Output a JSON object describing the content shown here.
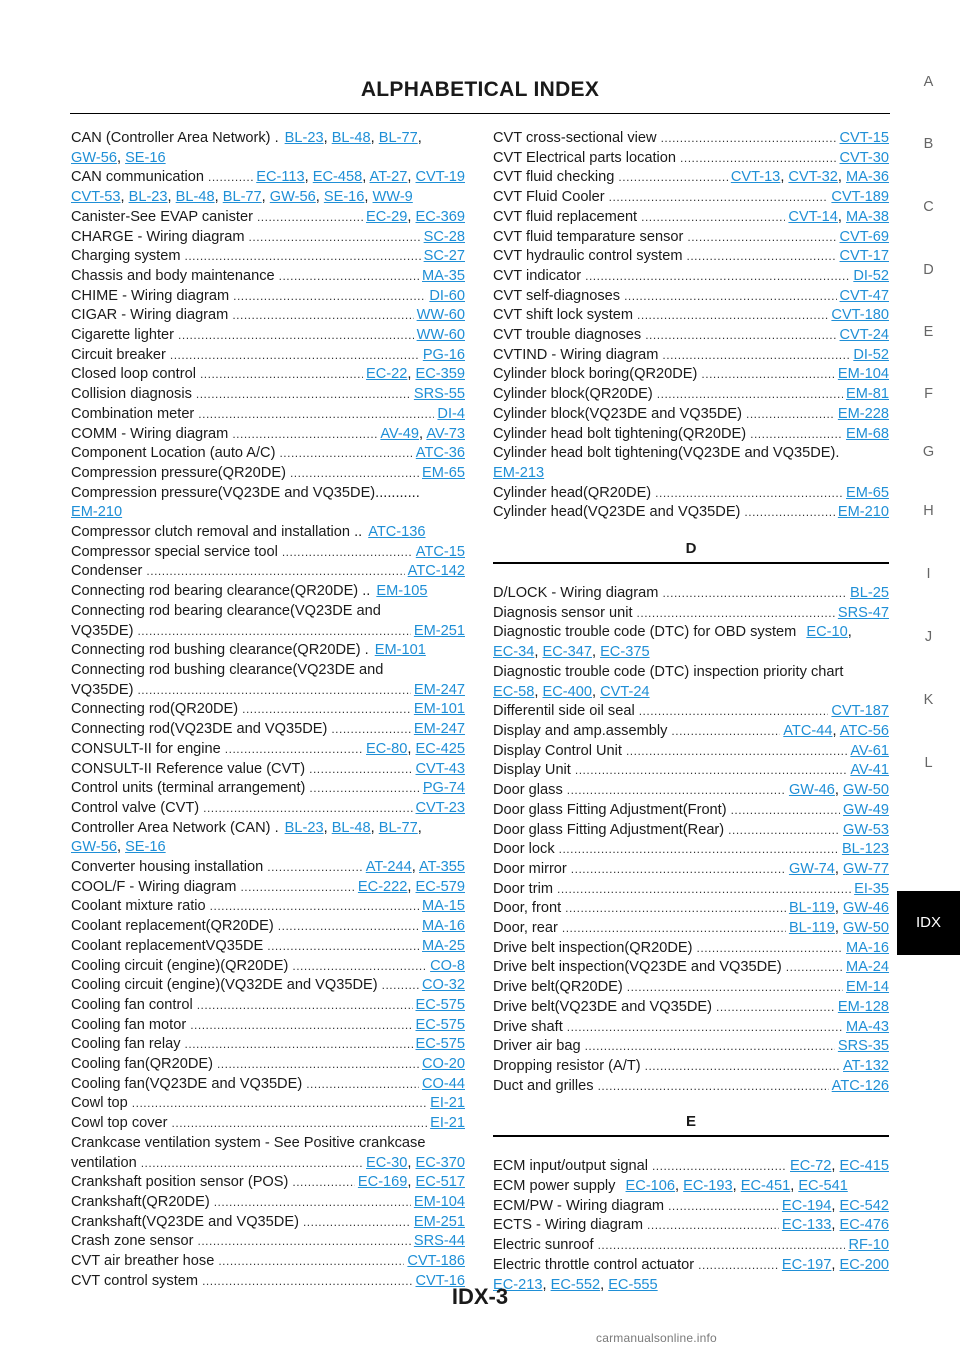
{
  "header": {
    "title": "ALPHABETICAL INDEX"
  },
  "side_tabs": [
    "A",
    "B",
    "C",
    "D",
    "E",
    "F",
    "G",
    "H",
    "I",
    "J",
    "K",
    "L",
    "IDX"
  ],
  "active_tab": "IDX",
  "footer": {
    "page_number": "IDX-3",
    "watermark": "carmanualsonline.info"
  },
  "left_column": [
    {
      "text": "CAN (Controller Area Network)",
      "sep": " .",
      "refs": [
        "BL-23",
        "BL-48",
        "BL-77"
      ],
      "cont_refs": [
        "GW-56",
        "SE-16"
      ]
    },
    {
      "text": "CAN communication",
      "refs": [
        "EC-113",
        "EC-458",
        "AT-27",
        "CVT-19"
      ],
      "cont_refs": [
        "CVT-53",
        "BL-23",
        "BL-48",
        "BL-77",
        "GW-56",
        "SE-16",
        "WW-9"
      ]
    },
    {
      "text": "Canister-See EVAP canister",
      "refs": [
        "EC-29",
        "EC-369"
      ]
    },
    {
      "text": "CHARGE - Wiring diagram",
      "refs": [
        "SC-28"
      ]
    },
    {
      "text": "Charging system",
      "refs": [
        "SC-27"
      ]
    },
    {
      "text": "Chassis and body maintenance",
      "refs": [
        "MA-35"
      ]
    },
    {
      "text": "CHIME - Wiring diagram",
      "refs": [
        "DI-60"
      ]
    },
    {
      "text": "CIGAR - Wiring diagram",
      "refs": [
        "WW-60"
      ]
    },
    {
      "text": "Cigarette lighter",
      "refs": [
        "WW-60"
      ]
    },
    {
      "text": "Circuit breaker",
      "refs": [
        "PG-16"
      ]
    },
    {
      "text": "Closed loop control",
      "refs": [
        "EC-22",
        "EC-359"
      ]
    },
    {
      "text": "Collision diagnosis",
      "refs": [
        "SRS-55"
      ]
    },
    {
      "text": "Combination meter",
      "refs": [
        "DI-4"
      ]
    },
    {
      "text": "COMM - Wiring diagram",
      "refs": [
        "AV-49",
        "AV-73"
      ]
    },
    {
      "text": "Component Location (auto A/C)",
      "refs": [
        "ATC-36"
      ]
    },
    {
      "text": "Compression pressure(QR20DE)",
      "refs": [
        "EM-65"
      ]
    },
    {
      "text": "Compression pressure(VQ23DE and VQ35DE)",
      "trail": " ...........",
      "refs": [],
      "cont_refs": [
        "EM-210"
      ]
    },
    {
      "text": "Compressor clutch removal and installation",
      "sep": " ..",
      "refs": [
        "ATC-136"
      ]
    },
    {
      "text": "Compressor special service tool",
      "refs": [
        "ATC-15"
      ]
    },
    {
      "text": "Condenser",
      "refs": [
        "ATC-142"
      ]
    },
    {
      "text": "Connecting rod bearing clearance(QR20DE)",
      "sep": " ..",
      "refs": [
        "EM-105"
      ]
    },
    {
      "text": "Connecting rod bearing clearance(VQ23DE and",
      "refs": []
    },
    {
      "text": "VQ35DE)",
      "refs": [
        "EM-251"
      ]
    },
    {
      "text": "Connecting rod bushing clearance(QR20DE)",
      "sep": " .",
      "refs": [
        "EM-101"
      ]
    },
    {
      "text": "Connecting rod bushing clearance(VQ23DE and",
      "refs": []
    },
    {
      "text": "VQ35DE)",
      "refs": [
        "EM-247"
      ]
    },
    {
      "text": "Connecting rod(QR20DE)",
      "refs": [
        "EM-101"
      ]
    },
    {
      "text": "Connecting rod(VQ23DE and VQ35DE)",
      "refs": [
        "EM-247"
      ]
    },
    {
      "text": "CONSULT-II for engine",
      "refs": [
        "EC-80",
        "EC-425"
      ]
    },
    {
      "text": "CONSULT-II Reference value (CVT)",
      "refs": [
        "CVT-43"
      ]
    },
    {
      "text": "Control units (terminal arrangement)",
      "refs": [
        "PG-74"
      ]
    },
    {
      "text": "Control valve (CVT)",
      "refs": [
        "CVT-23"
      ]
    },
    {
      "text": "Controller Area Network (CAN)",
      "sep": " .",
      "refs": [
        "BL-23",
        "BL-48",
        "BL-77"
      ],
      "cont_refs": [
        "GW-56",
        "SE-16"
      ]
    },
    {
      "text": "Converter housing installation",
      "refs": [
        "AT-244",
        "AT-355"
      ]
    },
    {
      "text": "COOL/F - Wiring diagram",
      "refs": [
        "EC-222",
        "EC-579"
      ]
    },
    {
      "text": "Coolant mixture ratio",
      "refs": [
        "MA-15"
      ]
    },
    {
      "text": "Coolant replacement(QR20DE)",
      "refs": [
        "MA-16"
      ]
    },
    {
      "text": "Coolant replacementVQ35DE",
      "refs": [
        "MA-25"
      ]
    },
    {
      "text": "Cooling circuit (engine)(QR20DE)",
      "refs": [
        "CO-8"
      ]
    },
    {
      "text": "Cooling circuit (engine)(VQ32DE and VQ35DE)",
      "refs": [
        "CO-32"
      ]
    },
    {
      "text": "Cooling fan control",
      "refs": [
        "EC-575"
      ]
    },
    {
      "text": "Cooling fan motor",
      "refs": [
        "EC-575"
      ]
    },
    {
      "text": "Cooling fan relay",
      "refs": [
        "EC-575"
      ]
    },
    {
      "text": "Cooling fan(QR20DE)",
      "refs": [
        "CO-20"
      ]
    },
    {
      "text": "Cooling fan(VQ23DE and VQ35DE)",
      "refs": [
        "CO-44"
      ]
    },
    {
      "text": "Cowl top",
      "refs": [
        "EI-21"
      ]
    },
    {
      "text": "Cowl top cover",
      "refs": [
        "EI-21"
      ]
    },
    {
      "text": "Crankcase ventilation system - See Positive crankcase",
      "refs": []
    },
    {
      "text": "ventilation",
      "refs": [
        "EC-30",
        "EC-370"
      ]
    },
    {
      "text": "Crankshaft position sensor (POS)",
      "refs": [
        "EC-169",
        "EC-517"
      ]
    },
    {
      "text": "Crankshaft(QR20DE)",
      "refs": [
        "EM-104"
      ]
    },
    {
      "text": "Crankshaft(VQ23DE and VQ35DE)",
      "refs": [
        "EM-251"
      ]
    },
    {
      "text": "Crash zone sensor",
      "refs": [
        "SRS-44"
      ]
    },
    {
      "text": "CVT air breather hose",
      "refs": [
        "CVT-186"
      ]
    },
    {
      "text": "CVT control system",
      "refs": [
        "CVT-16"
      ]
    }
  ],
  "right_column": [
    {
      "text": "CVT cross-sectional view",
      "refs": [
        "CVT-15"
      ]
    },
    {
      "text": "CVT Electrical parts location",
      "refs": [
        "CVT-30"
      ]
    },
    {
      "text": "CVT fluid checking",
      "refs": [
        "CVT-13",
        "CVT-32",
        "MA-36"
      ]
    },
    {
      "text": "CVT Fluid Cooler",
      "refs": [
        "CVT-189"
      ]
    },
    {
      "text": "CVT fluid replacement",
      "refs": [
        "CVT-14",
        "MA-38"
      ]
    },
    {
      "text": "CVT fluid temparature sensor",
      "refs": [
        "CVT-69"
      ]
    },
    {
      "text": "CVT hydraulic control system",
      "refs": [
        "CVT-17"
      ]
    },
    {
      "text": "CVT indicator",
      "refs": [
        "DI-52"
      ]
    },
    {
      "text": "CVT self-diagnoses",
      "refs": [
        "CVT-47"
      ]
    },
    {
      "text": "CVT shift lock system",
      "refs": [
        "CVT-180"
      ]
    },
    {
      "text": "CVT trouble diagnoses",
      "refs": [
        "CVT-24"
      ]
    },
    {
      "text": "CVTIND - Wiring diagram",
      "refs": [
        "DI-52"
      ]
    },
    {
      "text": "Cylinder block boring(QR20DE)",
      "refs": [
        "EM-104"
      ]
    },
    {
      "text": "Cylinder block(QR20DE)",
      "refs": [
        "EM-81"
      ]
    },
    {
      "text": "Cylinder block(VQ23DE and VQ35DE)",
      "refs": [
        "EM-228"
      ]
    },
    {
      "text": "Cylinder head bolt tightening(QR20DE)",
      "refs": [
        "EM-68"
      ]
    },
    {
      "text": "Cylinder head bolt tightening(VQ23DE and VQ35DE)",
      "trail": " .",
      "refs": [],
      "cont_refs": [
        "EM-213"
      ]
    },
    {
      "text": "Cylinder head(QR20DE)",
      "refs": [
        "EM-65"
      ]
    },
    {
      "text": "Cylinder head(VQ23DE and VQ35DE)",
      "refs": [
        "EM-210"
      ]
    },
    {
      "section": "D"
    },
    {
      "text": "D/LOCK - Wiring diagram",
      "refs": [
        "BL-25"
      ]
    },
    {
      "text": "Diagnosis sensor unit",
      "refs": [
        "SRS-47"
      ]
    },
    {
      "text": "Diagnostic trouble code (DTC) for OBD system",
      "sep": " ",
      "refs": [
        "EC-10"
      ],
      "cont_refs": [
        "EC-34",
        "EC-347",
        "EC-375"
      ]
    },
    {
      "text": "Diagnostic trouble code (DTC) inspection priority chart",
      "refs": [],
      "cont_refs": [
        "EC-58",
        "EC-400",
        "CVT-24"
      ]
    },
    {
      "text": "Differentil side oil seal",
      "refs": [
        "CVT-187"
      ]
    },
    {
      "text": "Display and amp.assembly",
      "refs": [
        "ATC-44",
        "ATC-56"
      ]
    },
    {
      "text": "Display Control Unit",
      "refs": [
        "AV-61"
      ]
    },
    {
      "text": "Display Unit",
      "refs": [
        "AV-41"
      ]
    },
    {
      "text": "Door glass",
      "refs": [
        "GW-46",
        "GW-50"
      ]
    },
    {
      "text": "Door glass Fitting Adjustment(Front)",
      "refs": [
        "GW-49"
      ]
    },
    {
      "text": "Door glass Fitting Adjustment(Rear)",
      "refs": [
        "GW-53"
      ]
    },
    {
      "text": "Door lock",
      "refs": [
        "BL-123"
      ]
    },
    {
      "text": "Door mirror",
      "refs": [
        "GW-74",
        "GW-77"
      ]
    },
    {
      "text": "Door trim",
      "refs": [
        "EI-35"
      ]
    },
    {
      "text": "Door, front",
      "refs": [
        "BL-119",
        "GW-46"
      ]
    },
    {
      "text": "Door, rear",
      "refs": [
        "BL-119",
        "GW-50"
      ]
    },
    {
      "text": "Drive belt inspection(QR20DE)",
      "refs": [
        "MA-16"
      ]
    },
    {
      "text": "Drive belt inspection(VQ23DE and VQ35DE)",
      "refs": [
        "MA-24"
      ]
    },
    {
      "text": "Drive belt(QR20DE)",
      "refs": [
        "EM-14"
      ]
    },
    {
      "text": "Drive belt(VQ23DE and VQ35DE)",
      "refs": [
        "EM-128"
      ]
    },
    {
      "text": "Drive shaft",
      "refs": [
        "MA-43"
      ]
    },
    {
      "text": "Driver air bag",
      "refs": [
        "SRS-35"
      ]
    },
    {
      "text": "Dropping resistor (A/T)",
      "refs": [
        "AT-132"
      ]
    },
    {
      "text": "Duct and grilles",
      "refs": [
        "ATC-126"
      ]
    },
    {
      "section": "E"
    },
    {
      "text": "ECM input/output signal",
      "refs": [
        "EC-72",
        "EC-415"
      ]
    },
    {
      "text": "ECM power supply",
      "sep": " ",
      "refs": [
        "EC-106",
        "EC-193",
        "EC-451",
        "EC-541"
      ]
    },
    {
      "text": "ECM/PW - Wiring diagram",
      "refs": [
        "EC-194",
        "EC-542"
      ]
    },
    {
      "text": "ECTS - Wiring diagram",
      "refs": [
        "EC-133",
        "EC-476"
      ]
    },
    {
      "text": "Electric sunroof",
      "refs": [
        "RF-10"
      ]
    },
    {
      "text": "Electric throttle control actuator",
      "refs": [
        "EC-197",
        "EC-200"
      ],
      "cont_refs": [
        "EC-213",
        "EC-552",
        "EC-555"
      ]
    }
  ]
}
